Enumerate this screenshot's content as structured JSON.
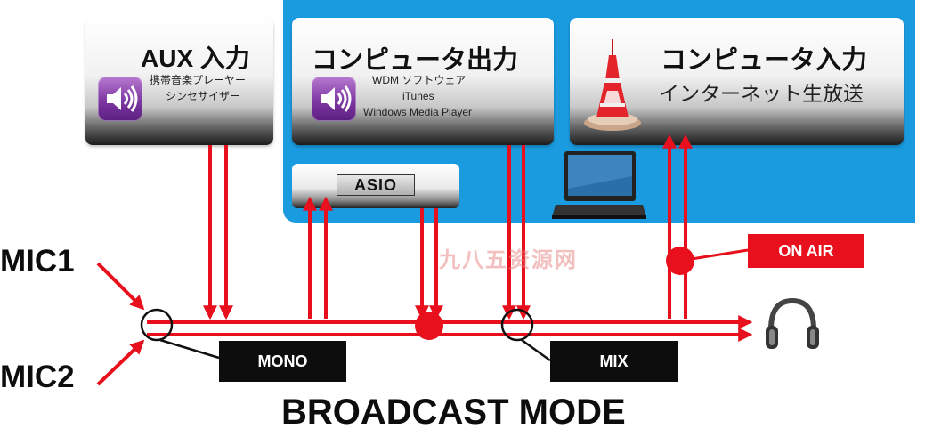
{
  "boxes": {
    "aux": {
      "title": "AUX 入力",
      "line1": "携帯音楽プレーヤー",
      "line2": "シンセサイザー"
    },
    "computer_output": {
      "title": "コンピュータ出力",
      "line1": "WDM ソフトウェア",
      "line2": "iTunes",
      "line3": "Windows Media Player"
    },
    "computer_input": {
      "title": "コンピュータ入力",
      "subtitle": "インターネット生放送"
    }
  },
  "asio_label": "ASIO",
  "labels": {
    "mono": "MONO",
    "mix": "MIX",
    "on_air": "ON AIR"
  },
  "mics": {
    "mic1": "MIC1",
    "mic2": "MIC2"
  },
  "mode_title": "BROADCAST MODE",
  "watermark": "九八五资源网",
  "colors": {
    "signal": "#e8101c",
    "panel": "#1a9be0",
    "label_bg": "#0d0d0d",
    "icon": "#7e37a3"
  },
  "icons": [
    "speaker-icon",
    "tower-icon",
    "laptop-icon",
    "headphones-icon"
  ]
}
